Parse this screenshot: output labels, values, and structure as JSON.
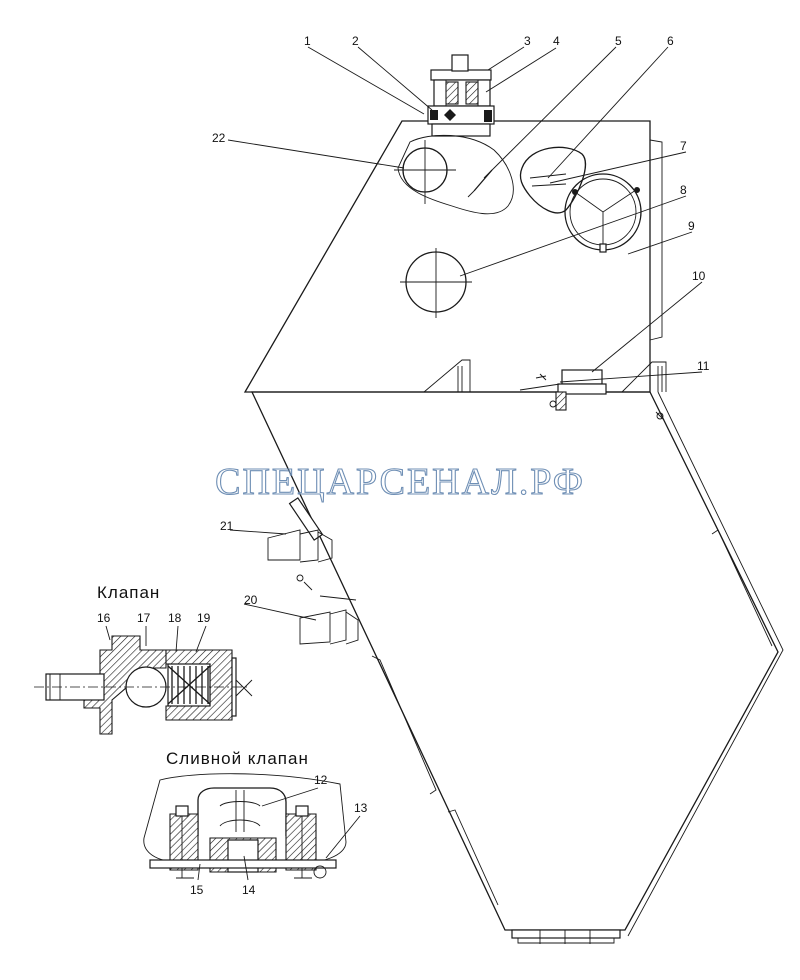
{
  "watermark": "СПЕЦАРСЕНАЛ.РФ",
  "labels": {
    "valve": "Клапан",
    "drain_valve": "Сливной  клапан"
  },
  "callouts": [
    "1",
    "2",
    "3",
    "4",
    "5",
    "6",
    "7",
    "8",
    "9",
    "10",
    "11",
    "12",
    "13",
    "14",
    "15",
    "16",
    "17",
    "18",
    "19",
    "20",
    "21",
    "22"
  ]
}
